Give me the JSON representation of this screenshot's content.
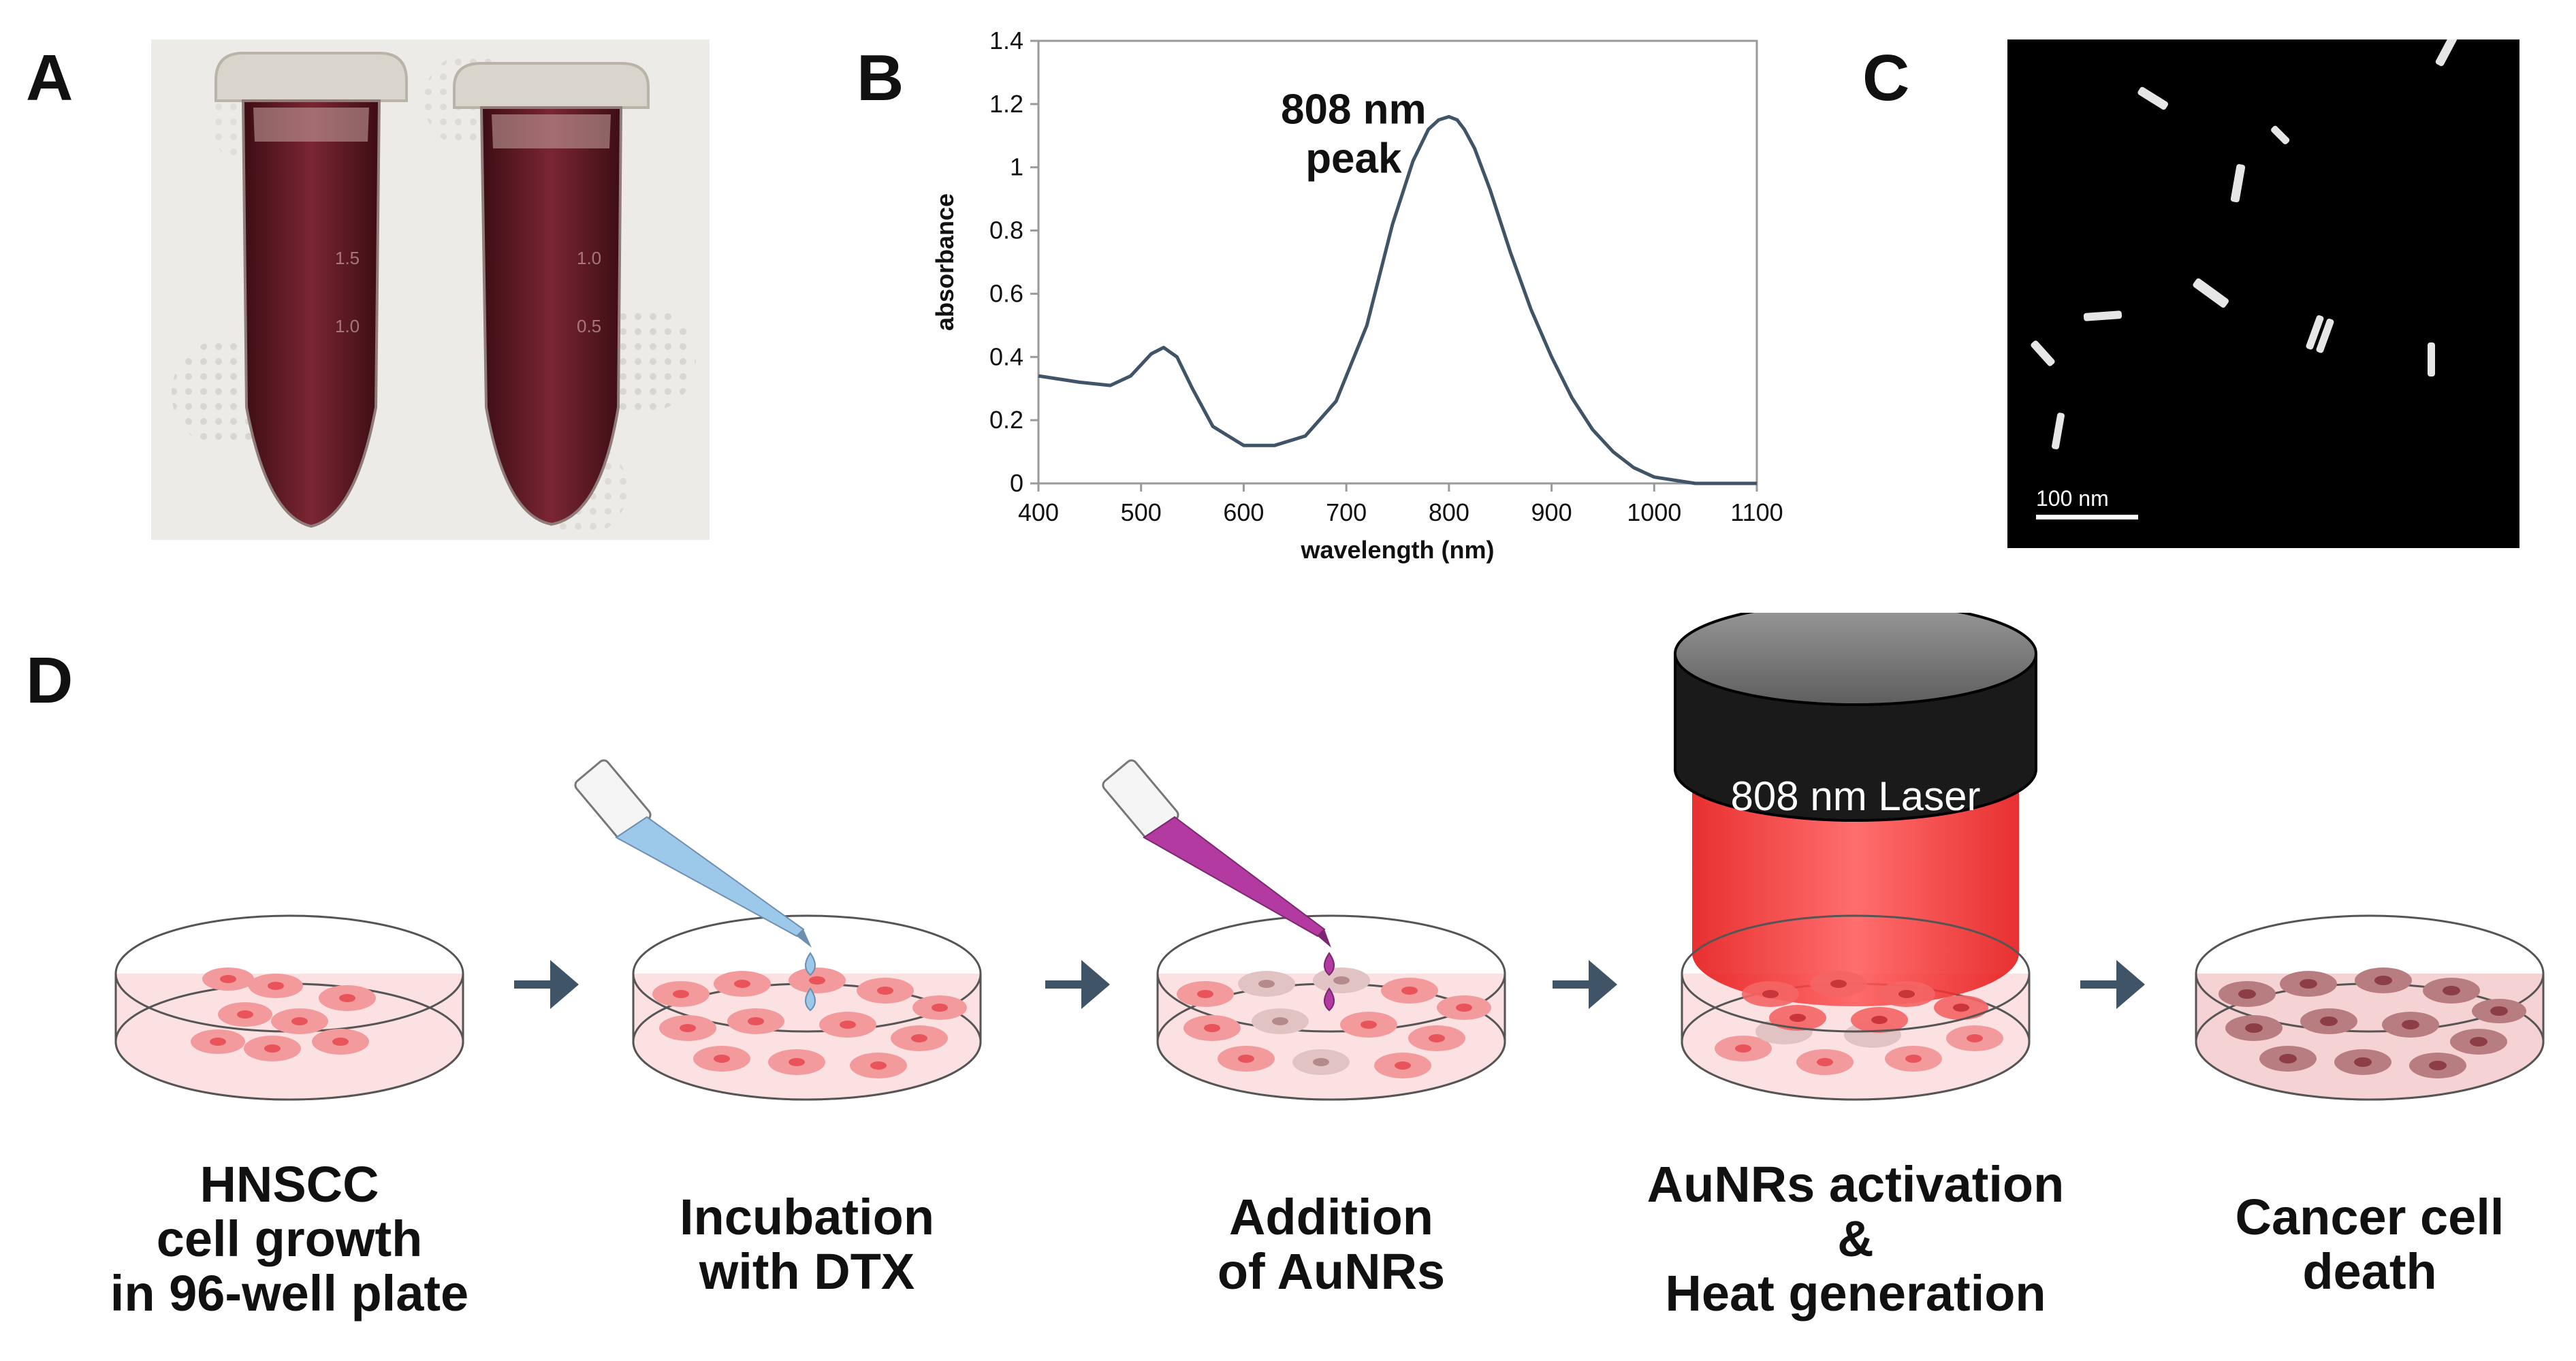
{
  "panels": {
    "a": {
      "label": "A"
    },
    "b": {
      "label": "B"
    },
    "c": {
      "label": "C"
    },
    "d": {
      "label": "D"
    }
  },
  "photo": {
    "tube_graduations": [
      "1.5",
      "1.0",
      "0.5"
    ]
  },
  "chart_data": {
    "type": "line",
    "title": "",
    "xlabel": "wavelength (nm)",
    "ylabel": "absorbance",
    "xlim": [
      400,
      1100
    ],
    "ylim": [
      0,
      1.4
    ],
    "x_ticks": [
      "400",
      "500",
      "600",
      "700",
      "800",
      "900",
      "1000",
      "1100"
    ],
    "y_ticks": [
      "0",
      "0.2",
      "0.4",
      "0.6",
      "0.8",
      "1",
      "1.2",
      "1.4"
    ],
    "annotation": {
      "lines": [
        "808 nm",
        "peak"
      ],
      "at_x": 800,
      "at_y": 1.16
    },
    "grid": false,
    "series": [
      {
        "color": "#3f5467",
        "x": [
          400,
          440,
          470,
          490,
          510,
          522,
          535,
          550,
          570,
          600,
          630,
          660,
          690,
          720,
          745,
          765,
          780,
          790,
          800,
          808,
          815,
          825,
          840,
          860,
          880,
          900,
          920,
          940,
          960,
          980,
          1000,
          1020,
          1040,
          1060,
          1080,
          1100
        ],
        "y": [
          0.34,
          0.32,
          0.31,
          0.34,
          0.41,
          0.43,
          0.4,
          0.3,
          0.18,
          0.12,
          0.12,
          0.15,
          0.26,
          0.5,
          0.82,
          1.02,
          1.12,
          1.15,
          1.16,
          1.15,
          1.12,
          1.06,
          0.93,
          0.73,
          0.55,
          0.4,
          0.27,
          0.17,
          0.1,
          0.05,
          0.02,
          0.01,
          0.0,
          0.0,
          0.0,
          0.0
        ]
      }
    ]
  },
  "tem": {
    "scale_bar_label": "100 nm"
  },
  "steps": [
    {
      "lines": [
        "HNSCC",
        "cell growth",
        "in 96-well plate"
      ]
    },
    {
      "lines": [
        "Incubation",
        "with DTX"
      ]
    },
    {
      "lines": [
        "Addition",
        "of AuNRs"
      ]
    },
    {
      "lines": [
        "AuNRs activation",
        "&",
        "Heat generation"
      ]
    },
    {
      "lines": [
        "Cancer cell",
        "death"
      ]
    }
  ],
  "laser": {
    "label": "808 nm Laser"
  },
  "colors": {
    "arrow": "#3f5467",
    "dish_liquid": "#fbe1e2",
    "cell": "#f29a9c",
    "nucleus": "#e9535a",
    "dead_cell": "#b87d80",
    "dead_nucleus": "#8c3d46",
    "dtx_drop": "#9cc8ea",
    "aunr_drop": "#b23aa0",
    "laser_beam": "#f01f1f",
    "laser_head": "#4a4a4a"
  }
}
